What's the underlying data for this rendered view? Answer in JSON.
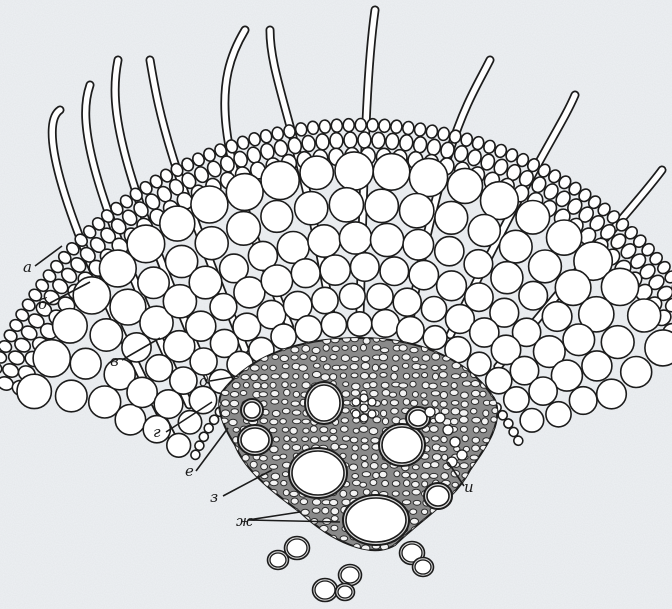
{
  "figure": {
    "ink_color": "#1c1c1c",
    "paper_color": "#eef1f4",
    "tissue_fill": "#ffffff",
    "stele_fill": "#8a8a8a"
  },
  "labels": {
    "a": "а",
    "b": "б",
    "v": "в",
    "d": "д",
    "g": "г",
    "e": "е",
    "z": "з",
    "zh": "ж",
    "i": "и"
  }
}
